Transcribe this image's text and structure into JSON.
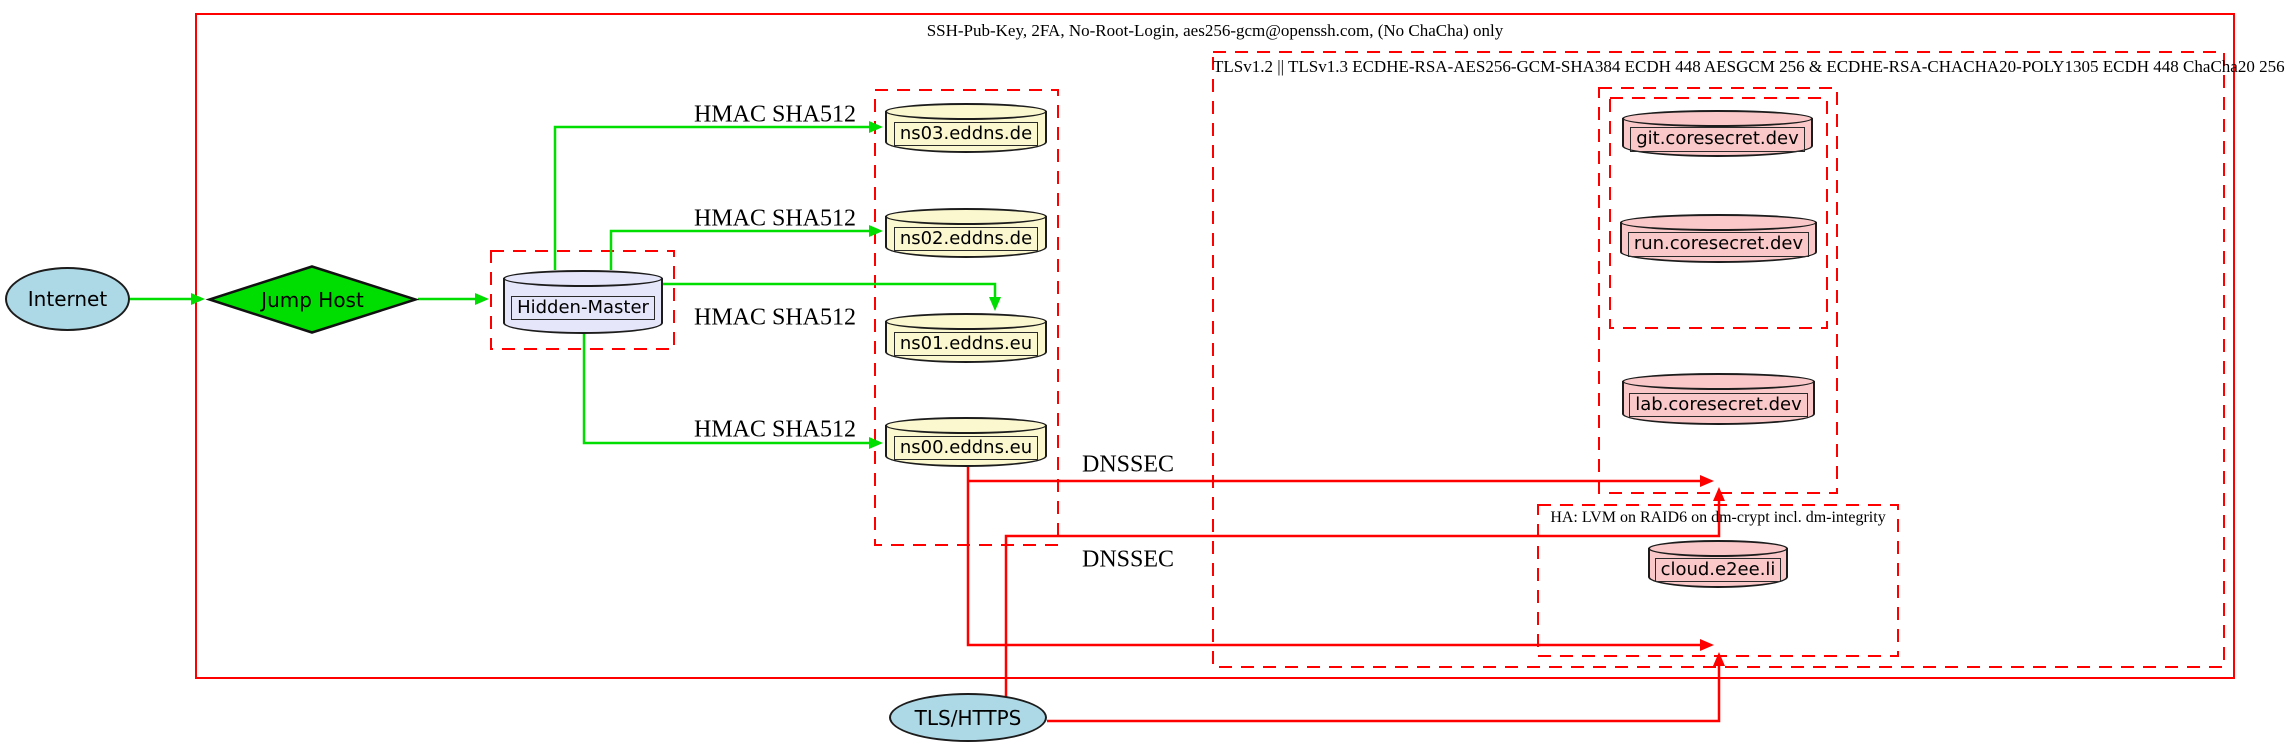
{
  "diagram": {
    "clusters": {
      "ssh": {
        "label": "SSH-Pub-Key, 2FA, No-Root-Login, aes256-gcm@openssh.com, (No ChaCha) only"
      },
      "tls": {
        "label": "TLSv1.2 || TLSv1.3 ECDHE-RSA-AES256-GCM-SHA384 ECDH 448 AESGCM 256 & ECDHE-RSA-CHACHA20-POLY1305 ECDH 448 ChaCha20 256"
      },
      "ha": {
        "label": "HA: LVM on RAID6 on dm-crypt incl. dm-integrity"
      }
    },
    "nodes": {
      "internet": {
        "label": "Internet",
        "shape": "ellipse"
      },
      "jump_host": {
        "label": "Jump Host",
        "shape": "diamond"
      },
      "hidden_master": {
        "label": "Hidden-Master",
        "shape": "cylinder"
      },
      "ns03": {
        "label": "ns03.eddns.de",
        "shape": "cylinder"
      },
      "ns02": {
        "label": "ns02.eddns.de",
        "shape": "cylinder"
      },
      "ns01": {
        "label": "ns01.eddns.eu",
        "shape": "cylinder"
      },
      "ns00": {
        "label": "ns00.eddns.eu",
        "shape": "cylinder"
      },
      "git": {
        "label": "git.coresecret.dev",
        "shape": "cylinder"
      },
      "run": {
        "label": "run.coresecret.dev",
        "shape": "cylinder"
      },
      "lab": {
        "label": "lab.coresecret.dev",
        "shape": "cylinder"
      },
      "cloud": {
        "label": "cloud.e2ee.li",
        "shape": "cylinder"
      },
      "tls_https": {
        "label": "TLS/HTTPS",
        "shape": "ellipse"
      }
    },
    "edge_labels": {
      "hmac": "HMAC SHA512",
      "dnssec": "DNSSEC"
    },
    "colors": {
      "cluster_border": "#ff0000",
      "edge_green": "#00dd00",
      "edge_red": "#ff0000",
      "node_border": "#1c1c1c",
      "node_blue": "#add8e6",
      "node_green": "#00dd00",
      "node_lavender": "#e6e6fa",
      "node_yellow": "#fbf8cf",
      "node_pink": "#fac8c8"
    }
  }
}
